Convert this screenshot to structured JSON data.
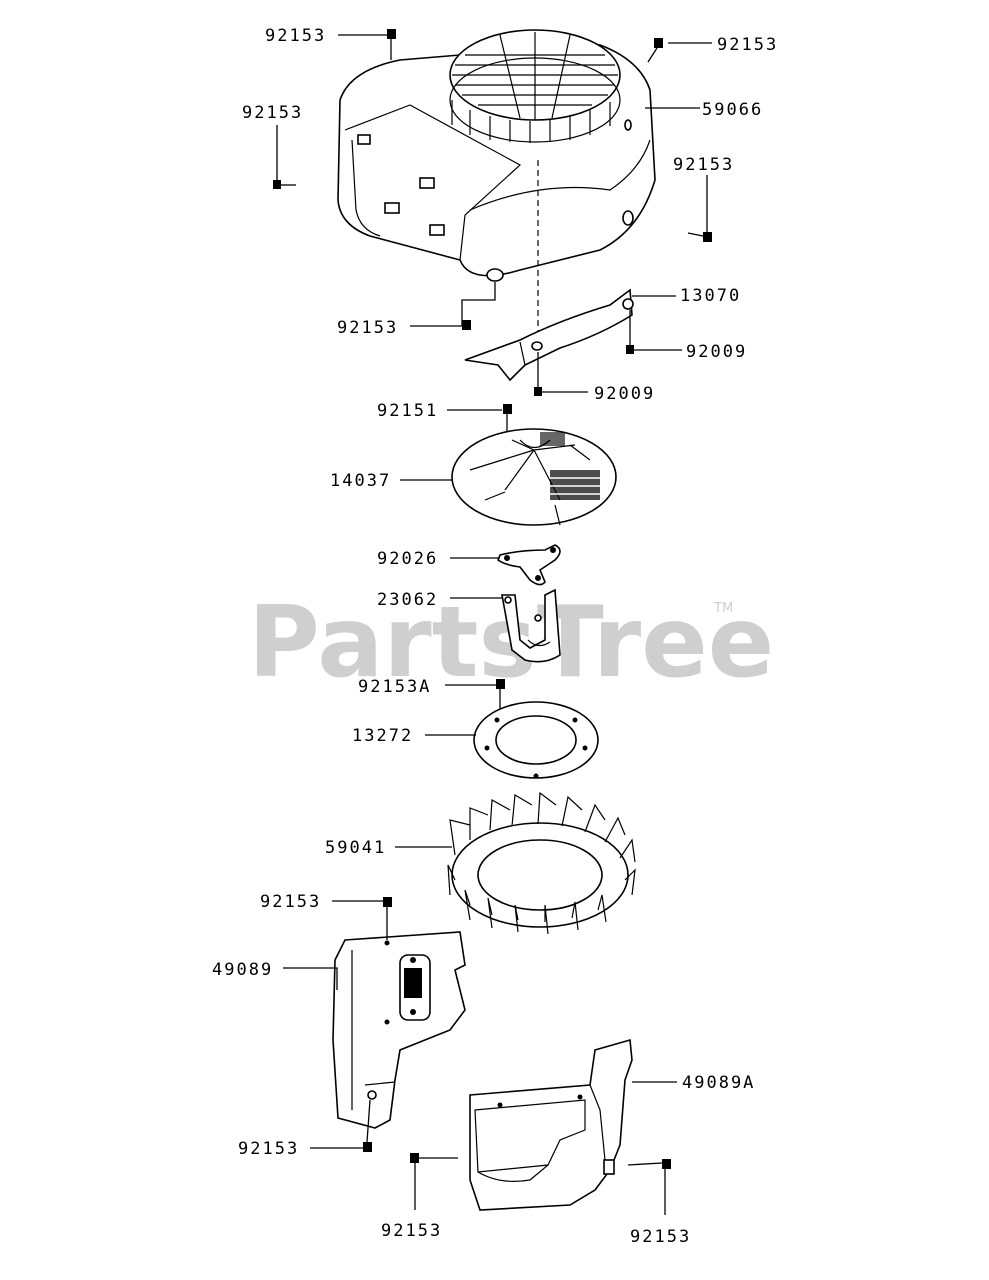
{
  "watermark": {
    "text": "PartsTree",
    "trademark": "TM"
  },
  "callouts": [
    {
      "id": "c1",
      "label": "92153"
    },
    {
      "id": "c2",
      "label": "92153"
    },
    {
      "id": "c3",
      "label": "59066"
    },
    {
      "id": "c4",
      "label": "92153"
    },
    {
      "id": "c5",
      "label": "92153"
    },
    {
      "id": "c6",
      "label": "92153"
    },
    {
      "id": "c7",
      "label": "13070"
    },
    {
      "id": "c8",
      "label": "92009"
    },
    {
      "id": "c9",
      "label": "92009"
    },
    {
      "id": "c10",
      "label": "92151"
    },
    {
      "id": "c11",
      "label": "14037"
    },
    {
      "id": "c12",
      "label": "92026"
    },
    {
      "id": "c13",
      "label": "23062"
    },
    {
      "id": "c14",
      "label": "92153A"
    },
    {
      "id": "c15",
      "label": "13272"
    },
    {
      "id": "c16",
      "label": "59041"
    },
    {
      "id": "c17",
      "label": "92153"
    },
    {
      "id": "c18",
      "label": "49089"
    },
    {
      "id": "c19",
      "label": "49089A"
    },
    {
      "id": "c20",
      "label": "92153"
    },
    {
      "id": "c21",
      "label": "92153"
    },
    {
      "id": "c22",
      "label": "92153"
    }
  ]
}
